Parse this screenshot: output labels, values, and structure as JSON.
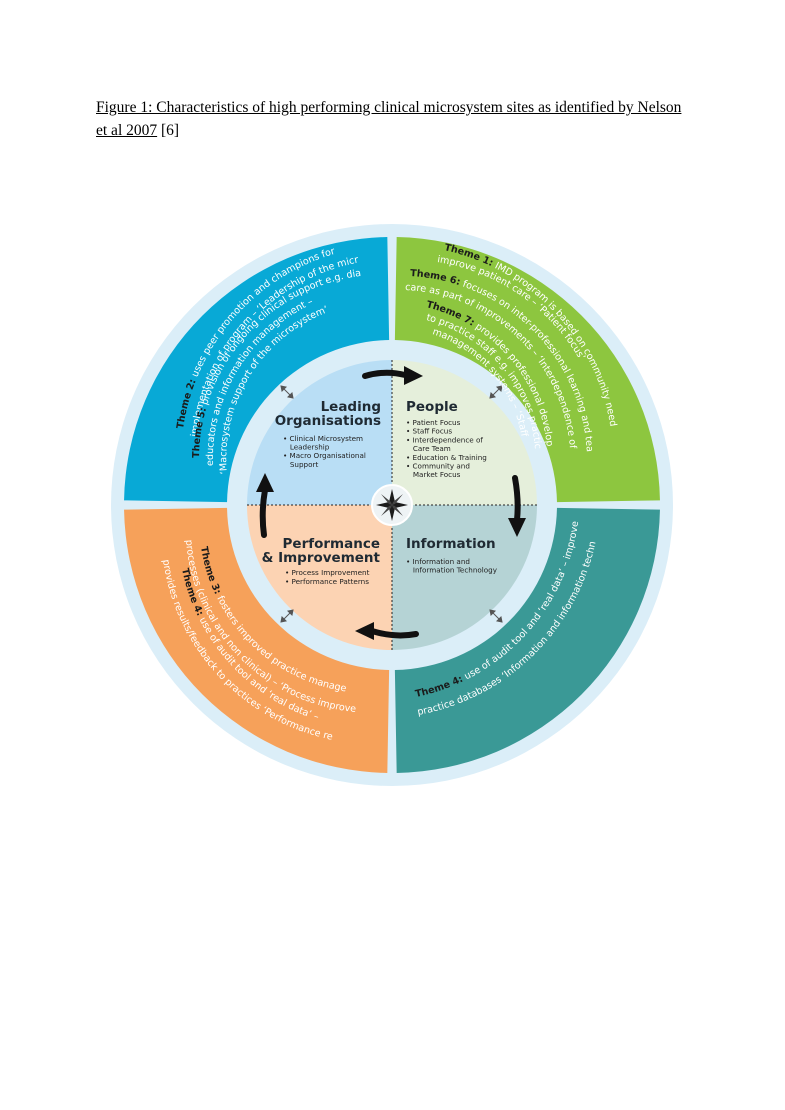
{
  "caption": {
    "text": "Figure 1: Characteristics of high performing clinical microsystem sites as identified by Nelson et al 2007",
    "ref": "[6]"
  },
  "colors": {
    "outer_ring_bg": "#dbeef8",
    "top_left": "#08a9d6",
    "top_right": "#8dc63f",
    "bottom_right": "#3a9996",
    "bottom_left": "#f6a15a",
    "inner_leading": "#b9def5",
    "inner_people": "#e5efdb",
    "inner_information": "#b5d3d5",
    "inner_performance": "#fcd3b3"
  },
  "quadrants": {
    "leading": {
      "title_l1": "Leading",
      "title_l2": "Organisations",
      "bullets": [
        "• Clinical Microsystem",
        "  Leadership",
        "• Macro Organisational",
        "  Support"
      ]
    },
    "people": {
      "title": "People",
      "bullets": [
        "• Patient Focus",
        "• Staff Focus",
        "• Interdependence of",
        "  Care Team",
        "• Education & Training",
        "• Community and",
        "  Market Focus"
      ]
    },
    "information": {
      "title": "Information",
      "bullets": [
        "• Information and",
        "  Information Technology"
      ]
    },
    "performance": {
      "title_l1": "Performance",
      "title_l2": "& Improvement",
      "bullets": [
        "• Process Improvement",
        "• Performance Patterns"
      ]
    }
  },
  "outer": {
    "top_left": [
      {
        "theme": "Theme 2:",
        "text": " uses peer promotion and champions for"
      },
      {
        "theme": "",
        "text": "implementation of program – ‘Leadership of the microsystem’"
      },
      {
        "theme": "Theme 5:",
        "text": " provision of ongoing clinical support e.g. diabetes"
      },
      {
        "theme": "",
        "text": "educators and information management –"
      },
      {
        "theme": "",
        "text": "‘Macrosystem support of the microsystem’"
      }
    ],
    "top_right": [
      {
        "theme": "Theme 1:",
        "text": " IMD program is based on community needs, with aims to"
      },
      {
        "theme": "",
        "text": "improve patient care – ‘Patient focus’"
      },
      {
        "theme": "Theme 6:",
        "text": " focuses on inter-professional learning and team-based"
      },
      {
        "theme": "",
        "text": "care as part of improvements – ‘Interdependence of the health care team’"
      },
      {
        "theme": "Theme 7:",
        "text": " provides professional development and benefits"
      },
      {
        "theme": "",
        "text": "to practice staff e.g. improves practice finance or"
      },
      {
        "theme": "",
        "text": "management systems – ‘Staff focus’"
      }
    ],
    "bottom_right": [
      {
        "theme": "Theme 4:",
        "text": " use of audit tool and ‘real data’ – improvements"
      },
      {
        "theme": "",
        "text": "practice databases ‘Information and information technology’"
      }
    ],
    "bottom_left": [
      {
        "theme": "Theme 3:",
        "text": " fosters improved practice management"
      },
      {
        "theme": "",
        "text": "processes (clinical and non clinical) – ‘Process improvement’"
      },
      {
        "theme": "Theme 4:",
        "text": " use of audit tool and ‘real data’ –"
      },
      {
        "theme": "",
        "text": "provides results/feedback to practices ‘Performance results’"
      }
    ]
  }
}
